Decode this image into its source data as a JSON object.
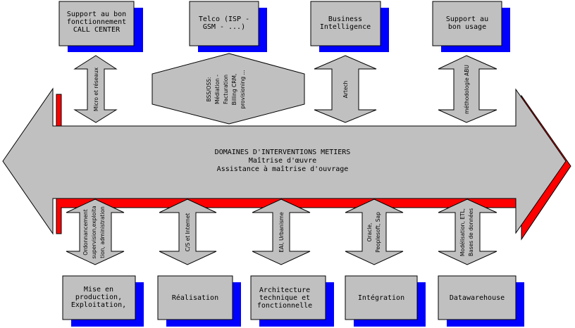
{
  "colors": {
    "box_fill": "#c0c0c0",
    "box_shadow": "#0000ff",
    "main_shadow": "#ff0000",
    "arrow_fill": "#c0c0c0",
    "stroke": "#000000"
  },
  "main_arrow": {
    "line1": "DOMAINES D'INTERVENTIONS METIERS",
    "line2": "Maîtrise d'œuvre",
    "line3": "Assistance à maîtrise d'ouvrage"
  },
  "top_boxes": [
    {
      "lines": [
        "Support au bon",
        "fonctionnement",
        "CALL CENTER"
      ]
    },
    {
      "lines": [
        "Telco (ISP -",
        "GSM - ...)"
      ]
    },
    {
      "lines": [
        "Business",
        "Intelligence"
      ]
    },
    {
      "lines": [
        "Support au",
        "bon usage"
      ]
    }
  ],
  "top_arrows": [
    {
      "lines": [
        "Micro et réseaux"
      ]
    },
    {
      "lines": [
        "BSS/OSS:",
        "Médiation -",
        "Facturation",
        "Billing CRM,",
        "provisioning ..."
      ]
    },
    {
      "lines": [
        "Artech"
      ]
    },
    {
      "lines": [
        "méthodologie ABU"
      ]
    }
  ],
  "bottom_arrows": [
    {
      "lines": [
        "Ordonnancement",
        "supervision,exploita",
        "tion, administration"
      ]
    },
    {
      "lines": [
        "C/S et Internet"
      ]
    },
    {
      "lines": [
        "EAI, Urbanisme"
      ]
    },
    {
      "lines": [
        "Oracle,",
        "Peoplesoft, Sap"
      ]
    },
    {
      "lines": [
        "Modélisation, ETL,",
        "Bases de données"
      ]
    }
  ],
  "bottom_boxes": [
    {
      "lines": [
        "Mise en",
        "production,",
        "Exploitation,"
      ]
    },
    {
      "lines": [
        "Réalisation"
      ]
    },
    {
      "lines": [
        "Architecture",
        "technique et",
        "fonctionnelle"
      ]
    },
    {
      "lines": [
        "Intégration"
      ]
    },
    {
      "lines": [
        "Datawarehouse"
      ]
    }
  ]
}
